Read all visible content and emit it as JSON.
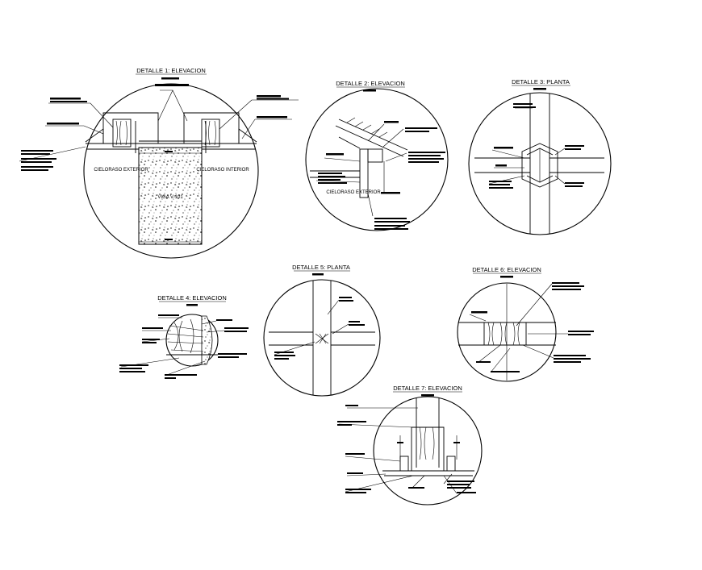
{
  "details": [
    {
      "id": "d1",
      "title": "DETALLE 1: ELEVACION",
      "labels": [
        "CIELORASO EXTERIOR",
        "CIELORASO INTERIOR",
        "VIGA V-101"
      ]
    },
    {
      "id": "d2",
      "title": "DETALLE 2: ELEVACION",
      "labels": [
        "CIELORASO EXTERIOR"
      ]
    },
    {
      "id": "d3",
      "title": "DETALLE 3: PLANTA",
      "labels": []
    },
    {
      "id": "d4",
      "title": "DETALLE 4: ELEVACION",
      "labels": []
    },
    {
      "id": "d5",
      "title": "DETALLE 5: PLANTA",
      "labels": []
    },
    {
      "id": "d6",
      "title": "DETALLE 6: ELEVACION",
      "labels": []
    },
    {
      "id": "d7",
      "title": "DETALLE 7: ELEVACION",
      "labels": []
    }
  ]
}
